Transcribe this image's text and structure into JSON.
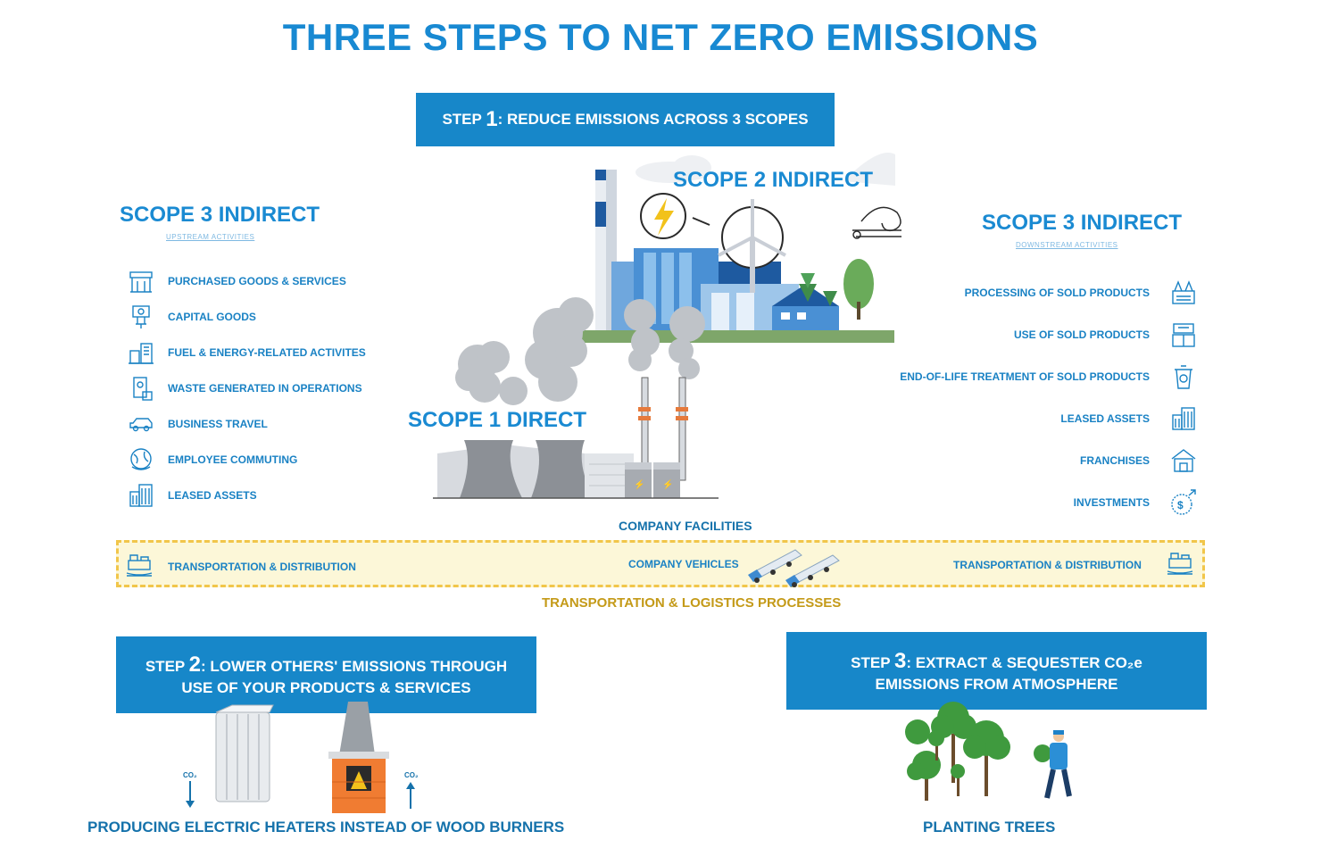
{
  "title": "THREE STEPS TO NET ZERO EMISSIONS",
  "step1": {
    "prefix": "STEP ",
    "num": "1",
    "text": ": REDUCE EMISSIONS ACROSS 3 SCOPES"
  },
  "scope2": {
    "heading": "SCOPE 2 INDIRECT"
  },
  "scope1": {
    "heading": "SCOPE 1 DIRECT"
  },
  "scope3_left": {
    "heading": "SCOPE 3 INDIRECT",
    "sub": "UPSTREAM ACTIVITIES",
    "items": [
      {
        "label": "PURCHASED GOODS & SERVICES",
        "icon": "shop-icon"
      },
      {
        "label": "CAPITAL GOODS",
        "icon": "machine-icon"
      },
      {
        "label": "FUEL & ENERGY-RELATED ACTIVITES",
        "icon": "fuel-icon"
      },
      {
        "label": "WASTE GENERATED IN OPERATIONS",
        "icon": "waste-icon"
      },
      {
        "label": "BUSINESS TRAVEL",
        "icon": "car-icon"
      },
      {
        "label": "EMPLOYEE COMMUTING",
        "icon": "globe-icon"
      },
      {
        "label": "LEASED ASSETS",
        "icon": "building-icon"
      }
    ]
  },
  "scope3_right": {
    "heading": "SCOPE 3 INDIRECT",
    "sub": "DOWNSTREAM ACTIVITIES",
    "items": [
      {
        "label": "PROCESSING OF SOLD PRODUCTS",
        "icon": "factory-icon"
      },
      {
        "label": "USE OF SOLD PRODUCTS",
        "icon": "box-icon"
      },
      {
        "label": "END-OF-LIFE TREATMENT OF SOLD PRODUCTS",
        "icon": "recycle-bin-icon"
      },
      {
        "label": "LEASED ASSETS",
        "icon": "building-icon"
      },
      {
        "label": "FRANCHISES",
        "icon": "store-icon"
      },
      {
        "label": "INVESTMENTS",
        "icon": "investment-icon"
      }
    ]
  },
  "company_facilities": "COMPANY FACILITIES",
  "band": {
    "left_label": "TRANSPORTATION & DISTRIBUTION",
    "center_label": "COMPANY VEHICLES",
    "right_label": "TRANSPORTATION & DISTRIBUTION"
  },
  "logistics_caption": "TRANSPORTATION & LOGISTICS PROCESSES",
  "step2": {
    "prefix": "STEP ",
    "num": "2",
    "line1": ": LOWER OTHERS' EMISSIONS THROUGH",
    "line2": "USE OF YOUR PRODUCTS & SERVICES"
  },
  "step3": {
    "prefix": "STEP ",
    "num": "3",
    "line1": ": EXTRACT & SEQUESTER CO₂e",
    "line2": "EMISSIONS FROM ATMOSPHERE"
  },
  "co2_label": "CO₂",
  "caption_heaters": "PRODUCING ELECTRIC HEATERS INSTEAD OF WOOD BURNERS",
  "caption_trees": "PLANTING TREES",
  "colors": {
    "primary": "#1787c9",
    "band_bg": "#fcf7d8",
    "band_border": "#f1c64a",
    "gold": "#c49a18"
  }
}
